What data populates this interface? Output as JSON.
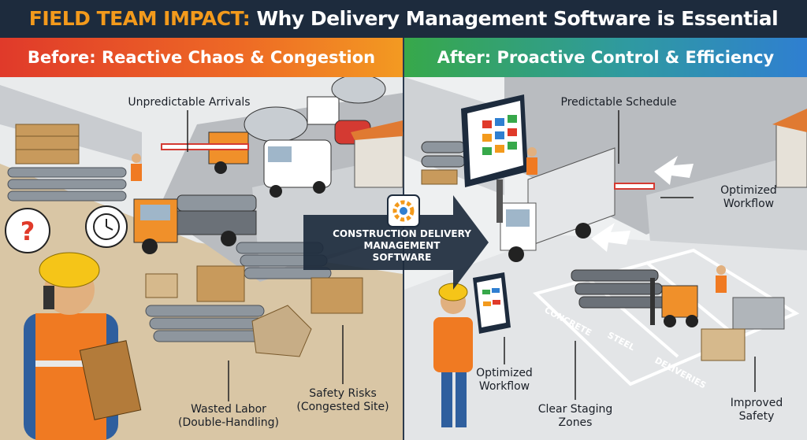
{
  "title": {
    "accent": "FIELD TEAM IMPACT:",
    "rest": "Why Delivery Management Software is Essential"
  },
  "before": {
    "heading": "Before: Reactive Chaos & Congestion",
    "labels": {
      "arrivals": "Unpredictable Arrivals",
      "labor_line1": "Wasted Labor",
      "labor_line2": "(Double-Handling)",
      "safety_line1": "Safety Risks",
      "safety_line2": "(Congested Site)"
    }
  },
  "after": {
    "heading": "After: Proactive Control & Efficiency",
    "labels": {
      "schedule": "Predictable Schedule",
      "workflow_right_line1": "Optimized",
      "workflow_right_line2": "Workflow",
      "workflow_left_line1": "Optimized",
      "workflow_left_line2": "Workflow",
      "staging_line1": "Clear Staging",
      "staging_line2": "Zones",
      "improved_line1": "Improved",
      "improved_line2": "Safety"
    },
    "zones": [
      "CONCRETE",
      "STEEL",
      "DELIVERIES"
    ]
  },
  "center": {
    "line1": "CONSTRUCTION DELIVERY",
    "line2": "MANAGEMENT",
    "line3": "SOFTWARE"
  },
  "colors": {
    "header_bg": "#1d2b3d",
    "accent": "#f39a1c",
    "before_band": "#e8502a",
    "after_band": "#2f9a8c"
  },
  "icons": [
    "question-mark-icon",
    "clock-icon",
    "software-gear-icon",
    "arrow-right-icon"
  ]
}
